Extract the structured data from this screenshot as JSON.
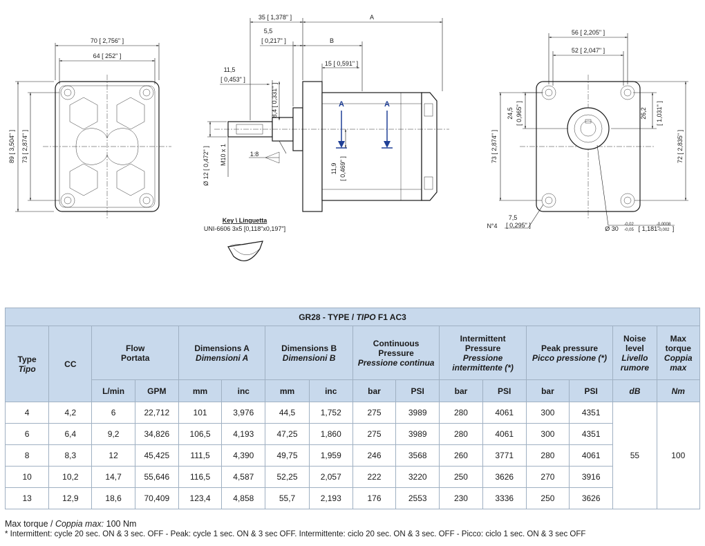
{
  "drawing": {
    "front": {
      "d70": "70 [ 2,756\" ]",
      "d64": "64 [ 252\" ]",
      "d89": "89 [ 3,504\" ]",
      "d73": "73 [ 2,874\" ]"
    },
    "side": {
      "d35": "35 [ 1,378\" ]",
      "dA": "A",
      "d55": "5,5",
      "d55i": "[ 0,217\" ]",
      "dB": "B",
      "d15": "15 [ 0,591\" ]",
      "d115": "11,5",
      "d115i": "[ 0,453\" ]",
      "d84": "8,4 [ 0,331\" ]",
      "d12": "Ø 12 [ 0,472\" ]",
      "m10": "M10 x 1",
      "r18": "1:8",
      "d119": "11,9",
      "d119i": "[ 0,469\" ]",
      "portA1": "A",
      "portA2": "A",
      "keyTitle": "Key \\ Linguetta",
      "keySpec": "UNI-6606 3x5 [0,118\"x0,197\"]"
    },
    "rear": {
      "d56": "56 [ 2,205\" ]",
      "d52": "52 [ 2,047\" ]",
      "d245": "24,5",
      "d245i": "[ 0,965\" ]",
      "d262": "26,2",
      "d262i": "[ 1,031\" ]",
      "d73": "73 [ 2,874\" ]",
      "d72": "72 [ 2,835\" ]",
      "n4": "N°4",
      "d75": "7,5",
      "d75i": "[ 0,295\" ]",
      "d30": "Ø 30",
      "d30tol1": "-0,02",
      "d30tol2": "-0,05",
      "d30i": "[ 1,181\"",
      "d30itol1": "-0,0008",
      "d30itol2": "-0,002",
      "d30close": "]"
    }
  },
  "table": {
    "title_main": "GR28 - TYPE / ",
    "title_italic": "TIPO",
    "title_tail": " F1 AC3",
    "headers": {
      "type": "Type",
      "type_it": "Tipo",
      "cc": "CC",
      "flow": "Flow",
      "flow_it": "Portata",
      "dimA": "Dimensions A",
      "dimA_it": "Dimensioni A",
      "dimB": "Dimensions B",
      "dimB_it": "Dimensioni B",
      "cont1": "Continuous",
      "cont2": "Pressure",
      "cont_it": "Pressione continua",
      "int1": "Intermittent",
      "int2": "Pressure",
      "int_it1": "Pressione",
      "int_it2": "intermittente (*)",
      "peak": "Peak pressure",
      "peak_it": "Picco pressione (*)",
      "noise1": "Noise",
      "noise2": "level",
      "noise_it1": "Livello",
      "noise_it2": "rumore",
      "torque1": "Max",
      "torque2": "torque",
      "torque_it1": "Coppia",
      "torque_it2": "max"
    },
    "units": [
      "L/min",
      "GPM",
      "mm",
      "inc",
      "mm",
      "inc",
      "bar",
      "PSI",
      "bar",
      "PSI",
      "bar",
      "PSI",
      "dB",
      "Nm"
    ],
    "rows": [
      [
        "4",
        "4,2",
        "6",
        "22,712",
        "101",
        "3,976",
        "44,5",
        "1,752",
        "275",
        "3989",
        "280",
        "4061",
        "300",
        "4351"
      ],
      [
        "6",
        "6,4",
        "9,2",
        "34,826",
        "106,5",
        "4,193",
        "47,25",
        "1,860",
        "275",
        "3989",
        "280",
        "4061",
        "300",
        "4351"
      ],
      [
        "8",
        "8,3",
        "12",
        "45,425",
        "111,5",
        "4,390",
        "49,75",
        "1,959",
        "246",
        "3568",
        "260",
        "3771",
        "280",
        "4061"
      ],
      [
        "10",
        "10,2",
        "14,7",
        "55,646",
        "116,5",
        "4,587",
        "52,25",
        "2,057",
        "222",
        "3220",
        "250",
        "3626",
        "270",
        "3916"
      ],
      [
        "13",
        "12,9",
        "18,6",
        "70,409",
        "123,4",
        "4,858",
        "55,7",
        "2,193",
        "176",
        "2553",
        "230",
        "3336",
        "250",
        "3626"
      ]
    ],
    "noise_value": "55",
    "torque_value": "100"
  },
  "notes": {
    "line1_a": "Max torque / ",
    "line1_b": "Coppia max:",
    "line1_c": " 100 Nm",
    "line2": "* Intermittent: cycle 20 sec. ON & 3 sec. OFF - Peak: cycle 1 sec. ON & 3 sec OFF. Intermittente: ciclo 20 sec. ON & 3 sec. OFF - Picco: ciclo 1 sec. ON & 3 sec OFF"
  },
  "colors": {
    "header_bg": "#c8d9ec",
    "grid": "#9fb0c2",
    "arrow_blue": "#1f3f96"
  }
}
